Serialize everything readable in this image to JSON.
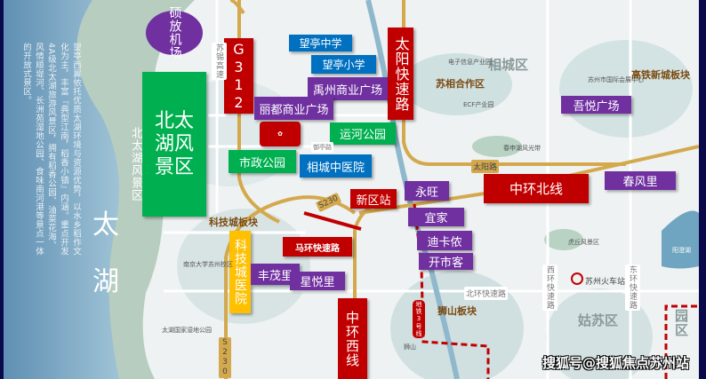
{
  "description": "望亭西翼依托优质太湖环境与资源优势，以水乡稻作文化为主，丰富『典型江南，稻香小镇』内涵。重点开发4A级北太湖旅游风景区，拥有稻香公园、油菜花海、风情顺堤河、长洲苑湿地公园、食味南河港等景点一体的开放式景区。",
  "lake": {
    "char1": "太",
    "char2": "湖"
  },
  "scenic_vertical": "北太湖风景区",
  "labels": {
    "airport": "硕放机场",
    "north_taihu": "北太湖风景区",
    "g312": "G312",
    "taiyang_expressway": "太阳快速路",
    "wangting_middle": "望亭中学",
    "wangting_primary": "望亭小学",
    "yuzhou_plaza": "禹州商业广场",
    "lidu_plaza": "丽都商业广场",
    "yunhe_park": "运河公园",
    "shizheng_park": "市政公园",
    "tcm_hospital": "相城中医院",
    "xinqu_station": "新区站",
    "aeon": "永旺",
    "middle_ring_north": "中环北线",
    "chunfengli": "春风里",
    "wuyue_plaza": "吾悦广场",
    "ikea": "宜家",
    "decathlon": "迪卡侬",
    "costco": "开市客",
    "mahuan_expressway": "马环快速路",
    "kejicheng_hospital": "科技城医院",
    "fengmaoli": "丰茂里",
    "xingyueli": "星悦里",
    "middle_ring_west": "中环西线"
  },
  "districts": {
    "xiangcheng": "相城区",
    "gusu": "姑苏区",
    "yuanqu": "园区"
  },
  "blocks": {
    "suxiang": "苏相合作区",
    "gaotie": "高铁新城板块",
    "shishan": "狮山板块",
    "kejicheng": "科技城板块"
  },
  "roads": {
    "suxi": "苏锡高速",
    "taiyang_road": "太阳路",
    "s230_a": "S230",
    "s230_b": "S230",
    "north_ring": "北环快速路",
    "west_ring": "西环快速路",
    "east_ring": "东环快速路",
    "metro3": "地铁3号线",
    "wangting_road": "御亭路"
  },
  "pois": {
    "train_station": "苏州火车站",
    "chunshen_lake": "春申湖风光带",
    "yangcheng_lake": "阳澄湖",
    "huqiu": "虎丘风景区",
    "shishan_park": "狮山",
    "electronic": "电子信息产业园",
    "ecf": "ECF产业园",
    "intl_conf": "苏州市国际会展中心",
    "nju": "南京大学苏州校区",
    "taihu_wetland": "太湖国家湿地公园"
  },
  "watermark": "搜狐号@搜狐焦点苏州站",
  "colors": {
    "red": "#c00000",
    "purple": "#7030a0",
    "blue": "#0070c0",
    "green": "#00b050",
    "yellow": "#ffc000",
    "road": "#d4a94e"
  }
}
